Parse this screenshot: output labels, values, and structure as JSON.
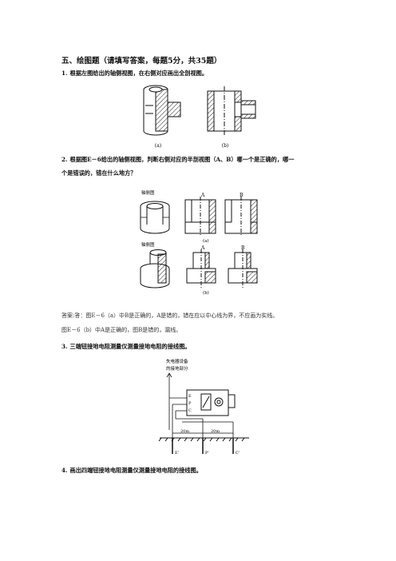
{
  "section": {
    "title": "五、绘图题（请填写答案，每题5分，共35题）"
  },
  "questions": [
    {
      "num": "1.",
      "text": "根据左图给出的轴侧视图，在右侧对应画出全剖视图。",
      "fig_labels": {
        "a": "(a)",
        "b": "(b)"
      }
    },
    {
      "num": "2.",
      "text_line1": "根据图E－6给出的轴侧视图，判断右侧对应的半剖视图（A、B）哪一个是正确的，哪一",
      "text_line2": "个是错误的，错在什么地方？",
      "fig_top": {
        "iso_label": "轴侧图",
        "label_a": "A",
        "label_b": "B",
        "caption": "(a)"
      },
      "fig_bottom": {
        "iso_label": "轴侧图",
        "label_a": "A",
        "label_b": "B",
        "caption": "(b)"
      },
      "answer_line1": "答案:答：图E－6（a）中B是正确的，A是错的，错在应以中心线为界，不应画为实线。",
      "answer_line2": "图E－6（b）中A是正确的，图B是错的，漏线。"
    },
    {
      "num": "3.",
      "text": "三端钮接地电阻测量仪测量接地电阻的接线图。",
      "fig": {
        "device_label_line1": "失电器设备",
        "device_label_line2": "的接地部分",
        "terminals": [
          "E",
          "P",
          "C"
        ],
        "dist1": "20m",
        "dist2": "20m",
        "probes": [
          "E'",
          "P'",
          "C'"
        ]
      }
    },
    {
      "num": "4.",
      "text": "画出四端钮接地电阻测量仪测量接地电阻的接线图。"
    }
  ]
}
